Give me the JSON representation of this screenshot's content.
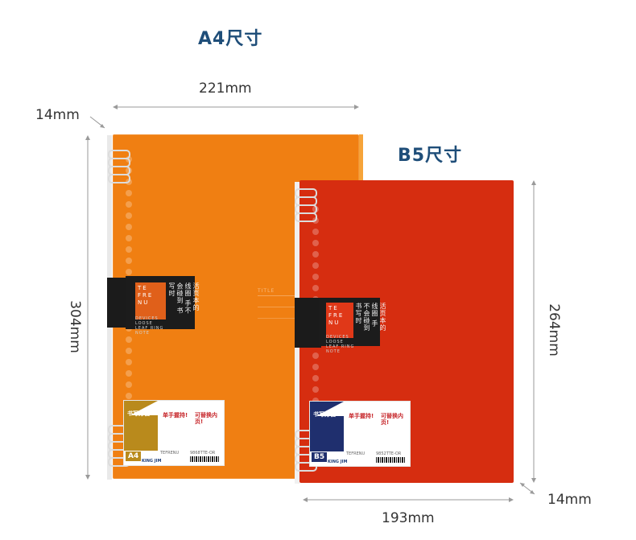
{
  "titles": {
    "a4": "A4尺寸",
    "b5": "B5尺寸"
  },
  "dimensions": {
    "a4_width": "221mm",
    "a4_height": "304mm",
    "a4_spine": "14mm",
    "b5_width": "193mm",
    "b5_height": "264mm",
    "b5_spine": "14mm"
  },
  "notebook": {
    "brand_lines": [
      "TE",
      "FRE",
      "NU"
    ],
    "cn_tagline": "活页本的线圈 手不会碰到 书写时",
    "en_sub": "DEVICES LOOSE LEAF RING NOTE",
    "cover_title_label": "TITLE",
    "sticker_promo_1": "书写方便!",
    "sticker_promo_2": "单手握持!",
    "sticker_promo_3": "可替换内页!",
    "sticker_a4_size": "A4",
    "sticker_b5_size": "B5",
    "sticker_brand": "KING JIM",
    "sticker_model_a4": "9868TTE-OR",
    "sticker_model_b5": "9852TTE-OR",
    "sticker_product": "TEFRENU"
  },
  "colors": {
    "title": "#1f4e79",
    "a4_cover": "#f07f12",
    "b5_cover": "#d62d10",
    "clip": "#1b1b1b",
    "dimension_text": "#333333"
  },
  "icons": [
    "dimension-arrow",
    "double-arrow"
  ]
}
